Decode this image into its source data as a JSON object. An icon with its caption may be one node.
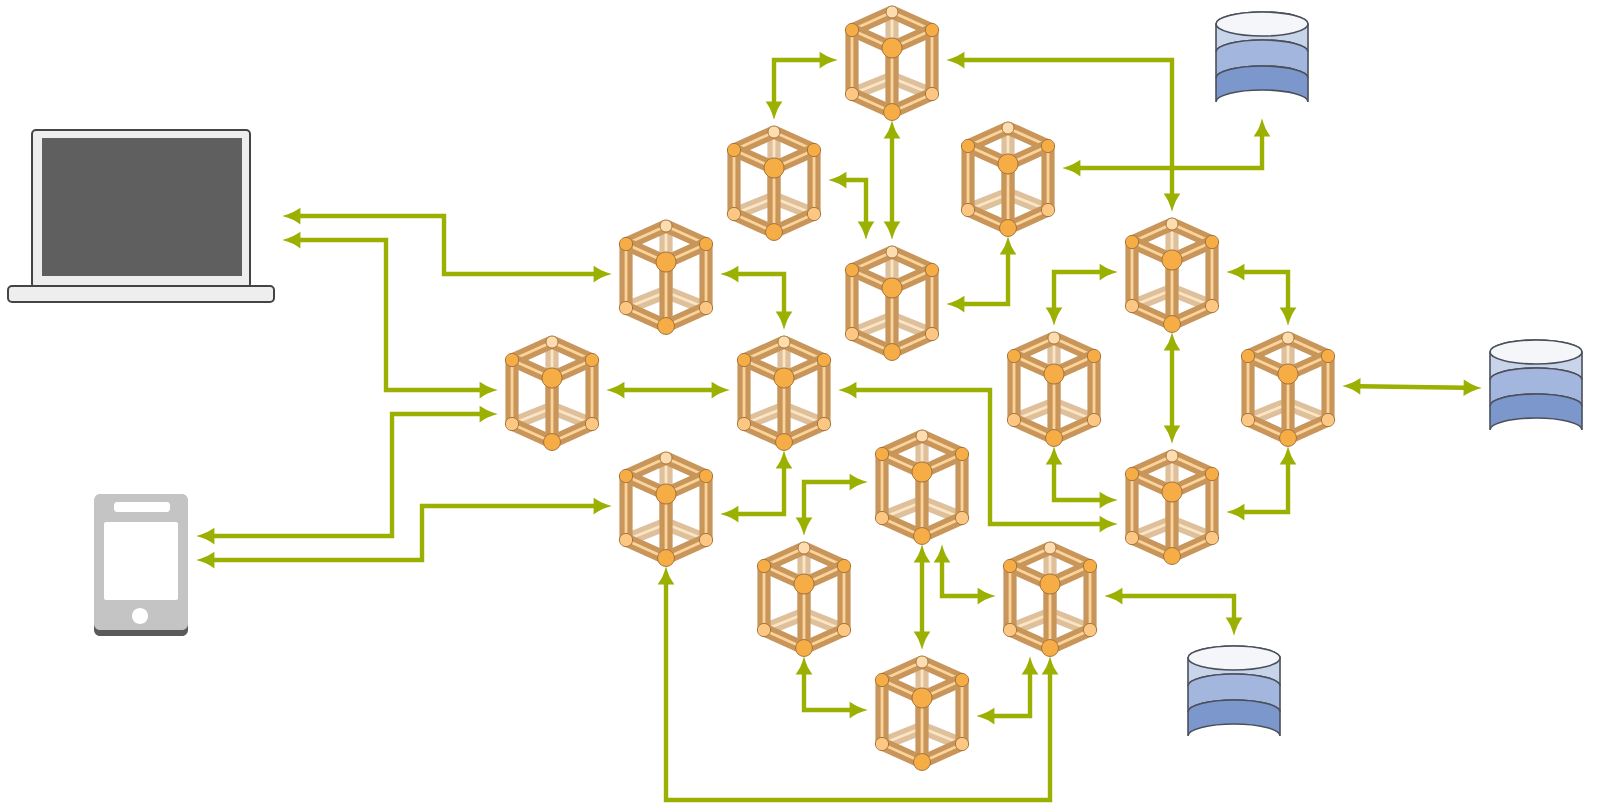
{
  "diagram": {
    "nodes": [
      {
        "text": [],
        "shape": "picture"
      },
      {
        "text": [],
        "shape": "picture"
      },
      {
        "text": [],
        "shape": "picture"
      },
      {
        "text": [],
        "shape": "picture"
      },
      {
        "text": [],
        "shape": "picture"
      },
      {
        "text": [],
        "shape": "picture"
      },
      {
        "text": [],
        "shape": "picture"
      },
      {
        "text": [],
        "shape": "picture"
      },
      {
        "text": [],
        "shape": "picture"
      },
      {
        "text": [],
        "shape": "picture"
      },
      {
        "text": [],
        "shape": "picture"
      },
      {
        "text": [],
        "shape": "picture"
      },
      {
        "text": [],
        "shape": "picture"
      },
      {
        "text": [],
        "shape": "picture"
      },
      {
        "text": [],
        "shape": "picture"
      },
      {
        "text": [],
        "shape": "picture"
      },
      {
        "text": [],
        "shape": "picture"
      },
      {
        "text": [],
        "shape": "picture"
      },
      {
        "text": [],
        "shape": "cylinder"
      },
      {
        "text": [],
        "shape": "cylinder"
      },
      {
        "text": [],
        "shape": "cylinder"
      }
    ],
    "edges": [
      {
        "from": 3,
        "to": 2,
        "arrow": "both"
      },
      {
        "from": 2,
        "to": 7,
        "arrow": "both"
      },
      {
        "from": 4,
        "to": 18,
        "arrow": "both"
      },
      {
        "from": 2,
        "to": 6,
        "arrow": "both"
      },
      {
        "from": 3,
        "to": 6,
        "arrow": "both"
      },
      {
        "from": 6,
        "to": 4,
        "arrow": "both"
      },
      {
        "from": 0,
        "to": 5,
        "arrow": "both"
      },
      {
        "from": 0,
        "to": 8,
        "arrow": "both"
      },
      {
        "from": 5,
        "to": 9,
        "arrow": "both"
      },
      {
        "from": 8,
        "to": 9,
        "arrow": "both"
      },
      {
        "from": 1,
        "to": 8,
        "arrow": "both"
      },
      {
        "from": 1,
        "to": 12,
        "arrow": "both"
      },
      {
        "from": 12,
        "to": 9,
        "arrow": "both"
      },
      {
        "from": 12,
        "to": 16,
        "arrow": "both"
      },
      {
        "from": 9,
        "to": 14,
        "arrow": "both"
      },
      {
        "from": 10,
        "to": 7,
        "arrow": "both"
      },
      {
        "from": 7,
        "to": 11,
        "arrow": "both"
      },
      {
        "from": 7,
        "to": 14,
        "arrow": "both"
      },
      {
        "from": 11,
        "to": 19,
        "arrow": "both"
      },
      {
        "from": 10,
        "to": 14,
        "arrow": "both"
      },
      {
        "from": 14,
        "to": 11,
        "arrow": "both"
      },
      {
        "from": 13,
        "to": 15,
        "arrow": "both"
      },
      {
        "from": 13,
        "to": 17,
        "arrow": "both"
      },
      {
        "from": 13,
        "to": 16,
        "arrow": "both"
      },
      {
        "from": 16,
        "to": 20,
        "arrow": "both"
      },
      {
        "from": 15,
        "to": 17,
        "arrow": "both"
      },
      {
        "from": 17,
        "to": 16,
        "arrow": "both"
      }
    ]
  }
}
